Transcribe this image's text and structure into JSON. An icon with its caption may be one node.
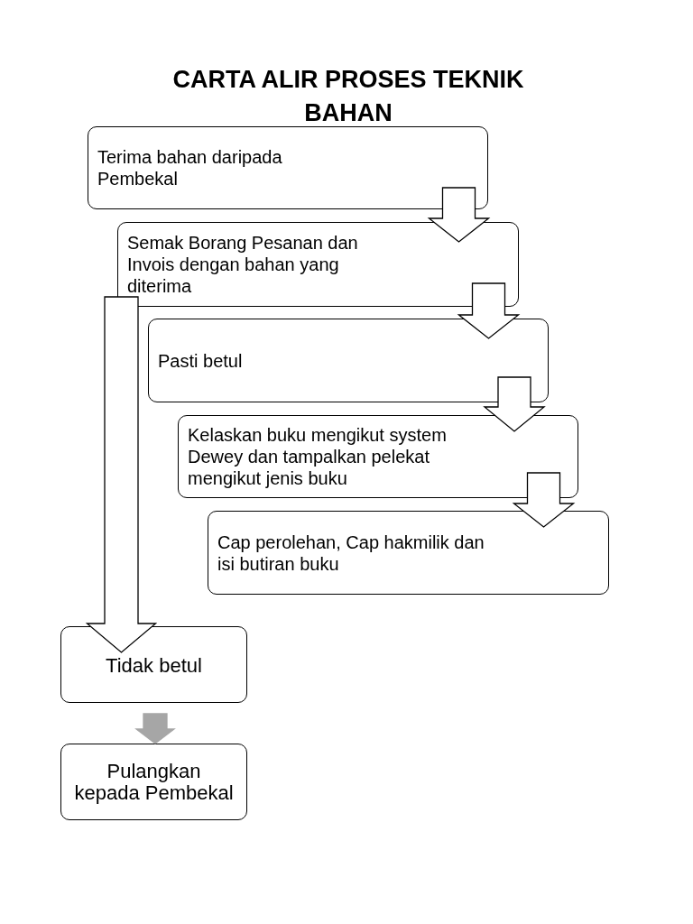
{
  "diagram": {
    "title": "CARTA ALIR PROSES TEKNIK BAHAN",
    "nodes": [
      {
        "text": [
          "Terima bahan daripada Pembekal"
        ]
      },
      {
        "text": [
          "Semak Borang Pesanan dan Invois dengan bahan yang diterima"
        ]
      },
      {
        "text": [
          "Pasti betul"
        ]
      },
      {
        "text": [
          "Kelaskan buku mengikut system Dewey dan tampalkan pelekat mengikut jenis buku"
        ]
      },
      {
        "text": [
          "Cap perolehan, Cap hakmilik dan isi butiran buku"
        ]
      },
      {
        "text": [
          "Tidak betul"
        ]
      },
      {
        "text": [
          "Pulangkan kepada Pembekal"
        ]
      }
    ],
    "edges": [
      {
        "from": 0,
        "to": 1,
        "arrow": "to"
      },
      {
        "from": 1,
        "to": 2,
        "arrow": "to"
      },
      {
        "from": 2,
        "to": 3,
        "arrow": "to"
      },
      {
        "from": 3,
        "to": 4,
        "arrow": "to"
      },
      {
        "from": 1,
        "to": 5,
        "arrow": "to"
      },
      {
        "from": 5,
        "to": 6,
        "arrow": "to",
        "color": "#a6a6a6"
      }
    ]
  }
}
